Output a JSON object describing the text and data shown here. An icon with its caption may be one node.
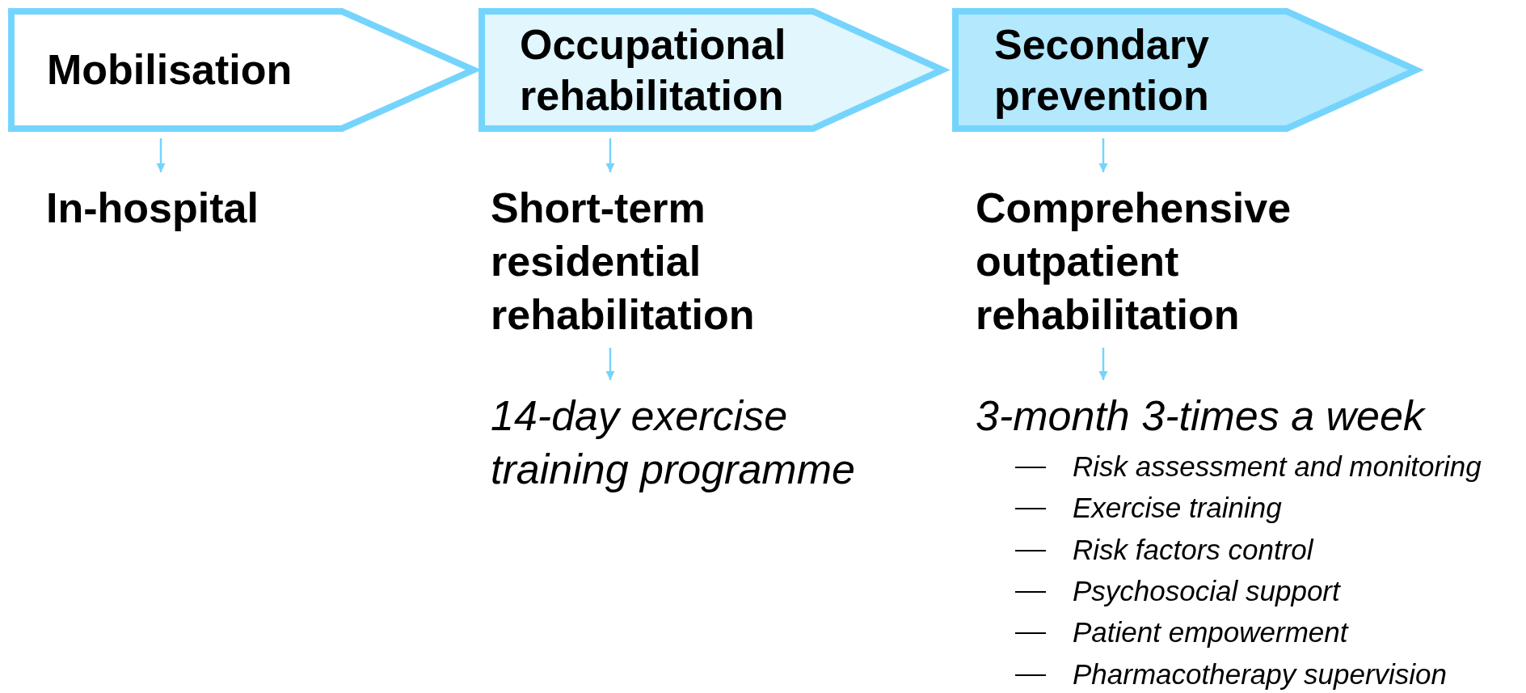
{
  "diagram": {
    "nodes": [
      {
        "text": [
          "Mobilisation"
        ]
      },
      {
        "text": [
          "Occupational rehabilitation"
        ]
      },
      {
        "text": [
          "Secondary prevention"
        ]
      },
      {
        "text": [
          "In-hospital"
        ]
      },
      {
        "text": [
          "Short-term residential rehabilitation"
        ]
      },
      {
        "text": [
          "14-day exercise training programme"
        ]
      },
      {
        "text": [
          "Comprehensive outpatient rehabilitation"
        ]
      },
      {
        "text": [
          "3-month 3-times a week"
        ],
        "beside": [
          "Risk assessment and monitoring",
          "Exercise training",
          "Risk factors control",
          "Psychosocial support",
          "Patient empowerment",
          "Pharmacotherapy supervision"
        ]
      }
    ],
    "edges": [
      {
        "from": 0,
        "to": 3,
        "arrow": "to"
      },
      {
        "from": 1,
        "to": 4,
        "arrow": "to"
      },
      {
        "from": 4,
        "to": 5,
        "arrow": "to"
      },
      {
        "from": 2,
        "to": 6,
        "arrow": "to"
      },
      {
        "from": 6,
        "to": 7,
        "arrow": "to"
      }
    ]
  }
}
